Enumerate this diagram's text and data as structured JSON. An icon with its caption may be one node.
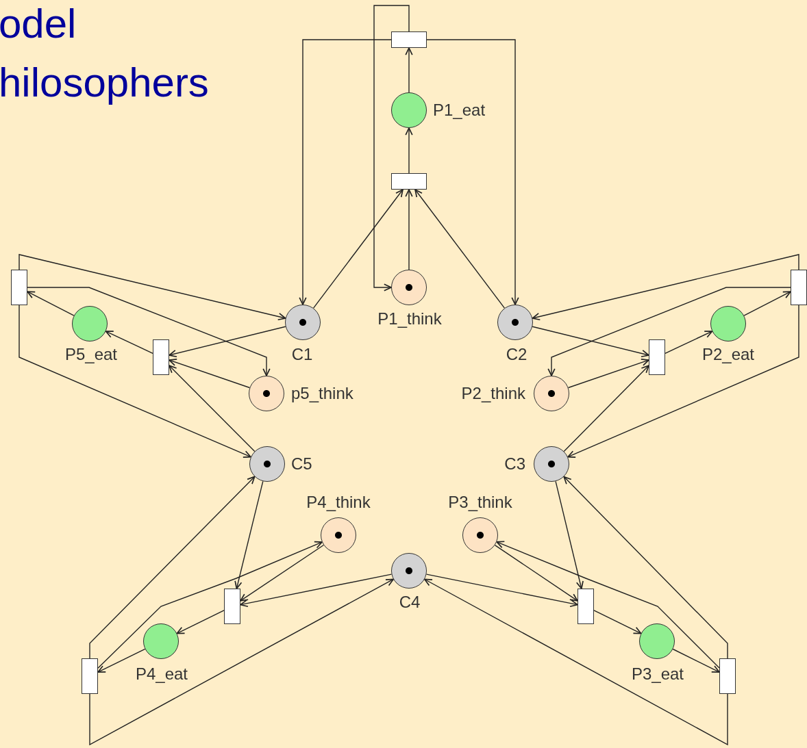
{
  "diagram": {
    "title": "odel hilosophers",
    "nodes": [
      {
        "text": [],
        "shape": "circle",
        "beside": [
          "P1_eat"
        ]
      },
      {
        "text": [],
        "shape": "circle",
        "beside": [
          "P1_think"
        ]
      },
      {
        "text": [],
        "shape": "circle",
        "beside": [
          "C1"
        ]
      },
      {
        "text": [],
        "shape": "circle",
        "beside": [
          "C2"
        ]
      },
      {
        "text": [],
        "shape": "circle",
        "beside": [
          "P2_eat"
        ]
      },
      {
        "text": [],
        "shape": "circle",
        "beside": [
          "P2_think"
        ]
      },
      {
        "text": [],
        "shape": "circle",
        "beside": [
          "C3"
        ]
      },
      {
        "text": [],
        "shape": "circle",
        "beside": [
          "P3_think"
        ]
      },
      {
        "text": [],
        "shape": "circle",
        "beside": [
          "C4"
        ]
      },
      {
        "text": [],
        "shape": "circle",
        "beside": [
          "P3_eat"
        ]
      },
      {
        "text": [],
        "shape": "circle",
        "beside": [
          "P4_think"
        ]
      },
      {
        "text": [],
        "shape": "circle",
        "beside": [
          "C5"
        ]
      },
      {
        "text": [],
        "shape": "circle",
        "beside": [
          "P4_eat"
        ]
      },
      {
        "text": [],
        "shape": "circle",
        "beside": [
          "P5_eat"
        ]
      },
      {
        "text": [],
        "shape": "circle",
        "beside": [
          "p5_think"
        ]
      },
      {
        "text": [],
        "shape": "box"
      },
      {
        "text": [],
        "shape": "box"
      },
      {
        "text": [],
        "shape": "box"
      },
      {
        "text": [],
        "shape": "box"
      },
      {
        "text": [],
        "shape": "box"
      },
      {
        "text": [],
        "shape": "box"
      },
      {
        "text": [],
        "shape": "box"
      },
      {
        "text": [],
        "shape": "box"
      },
      {
        "text": [],
        "shape": "box"
      },
      {
        "text": [],
        "shape": "box"
      }
    ],
    "edges": [
      {
        "from": 1,
        "to": 16,
        "arrow": "to"
      },
      {
        "from": 2,
        "to": 16,
        "arrow": "to"
      },
      {
        "from": 3,
        "to": 16,
        "arrow": "to"
      },
      {
        "from": 16,
        "to": 0,
        "arrow": "to"
      },
      {
        "from": 0,
        "to": 15,
        "arrow": "to"
      },
      {
        "from": 15,
        "to": 2,
        "arrow": "to"
      },
      {
        "from": 15,
        "to": 3,
        "arrow": "to"
      },
      {
        "from": 15,
        "to": 1,
        "arrow": "to"
      },
      {
        "from": 3,
        "to": 20,
        "arrow": "to"
      },
      {
        "from": 5,
        "to": 20,
        "arrow": "to"
      },
      {
        "from": 6,
        "to": 20,
        "arrow": "to"
      },
      {
        "from": 20,
        "to": 4,
        "arrow": "to"
      },
      {
        "from": 4,
        "to": 18,
        "arrow": "to"
      },
      {
        "from": 18,
        "to": 3,
        "arrow": "to"
      },
      {
        "from": 18,
        "to": 5,
        "arrow": "to"
      },
      {
        "from": 18,
        "to": 6,
        "arrow": "to"
      },
      {
        "from": 6,
        "to": 22,
        "arrow": "to"
      },
      {
        "from": 7,
        "to": 22,
        "arrow": "to"
      },
      {
        "from": 8,
        "to": 22,
        "arrow": "to"
      },
      {
        "from": 22,
        "to": 9,
        "arrow": "to"
      },
      {
        "from": 9,
        "to": 24,
        "arrow": "to"
      },
      {
        "from": 24,
        "to": 6,
        "arrow": "to"
      },
      {
        "from": 24,
        "to": 7,
        "arrow": "to"
      },
      {
        "from": 24,
        "to": 8,
        "arrow": "to"
      },
      {
        "from": 11,
        "to": 21,
        "arrow": "to"
      },
      {
        "from": 10,
        "to": 21,
        "arrow": "to"
      },
      {
        "from": 8,
        "to": 21,
        "arrow": "to"
      },
      {
        "from": 21,
        "to": 12,
        "arrow": "to"
      },
      {
        "from": 12,
        "to": 23,
        "arrow": "to"
      },
      {
        "from": 23,
        "to": 11,
        "arrow": "to"
      },
      {
        "from": 23,
        "to": 10,
        "arrow": "to"
      },
      {
        "from": 23,
        "to": 8,
        "arrow": "to"
      },
      {
        "from": 2,
        "to": 19,
        "arrow": "to"
      },
      {
        "from": 14,
        "to": 19,
        "arrow": "to"
      },
      {
        "from": 11,
        "to": 19,
        "arrow": "to"
      },
      {
        "from": 19,
        "to": 13,
        "arrow": "to"
      },
      {
        "from": 13,
        "to": 17,
        "arrow": "to"
      },
      {
        "from": 17,
        "to": 2,
        "arrow": "to"
      },
      {
        "from": 17,
        "to": 14,
        "arrow": "to"
      },
      {
        "from": 17,
        "to": 11,
        "arrow": "to"
      }
    ]
  }
}
